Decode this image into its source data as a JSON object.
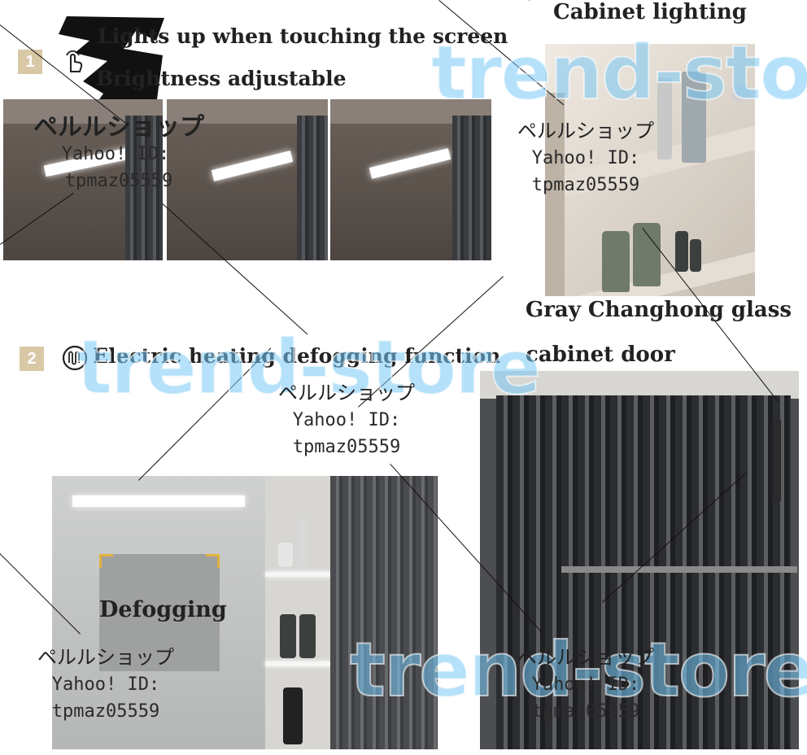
{
  "feature1": {
    "number": "1",
    "line1": "Lights up when touching the screen",
    "line2": "Brightness adjustable",
    "icon": "touch-hand-icon"
  },
  "feature2": {
    "number": "2",
    "title": "Electric heating defogging function",
    "icon": "heating-coil-icon"
  },
  "cabinet_lighting": "Cabinet lighting",
  "glass_door": {
    "line1": "Gray Changhong glass",
    "line2": "cabinet door"
  },
  "defogging_label": "Defogging",
  "watermark": {
    "brand": "trend-store",
    "shop": "ペルルショップ",
    "yahoo": "Yahoo! ID:",
    "id": "tpmaz05559"
  },
  "colors": {
    "badge": "#d9c8a6",
    "watermark_blue": "#78c8f5",
    "cabinet_brown": "#5a514b"
  }
}
